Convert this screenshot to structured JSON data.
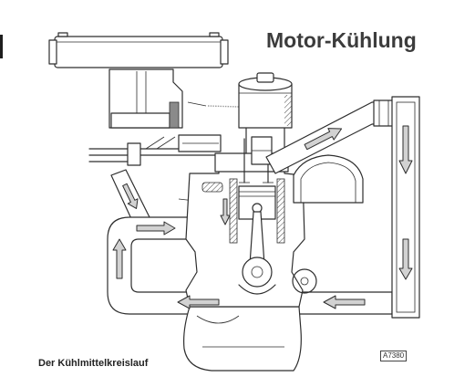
{
  "title": "Motor-Kühlung",
  "caption": "Der Kühlmittelkreislauf",
  "figure_code": "A7380",
  "colors": {
    "line": "#2e2e2e",
    "arrow_fill": "#d2d2d2",
    "background": "#ffffff",
    "title": "#3c3c3c"
  }
}
